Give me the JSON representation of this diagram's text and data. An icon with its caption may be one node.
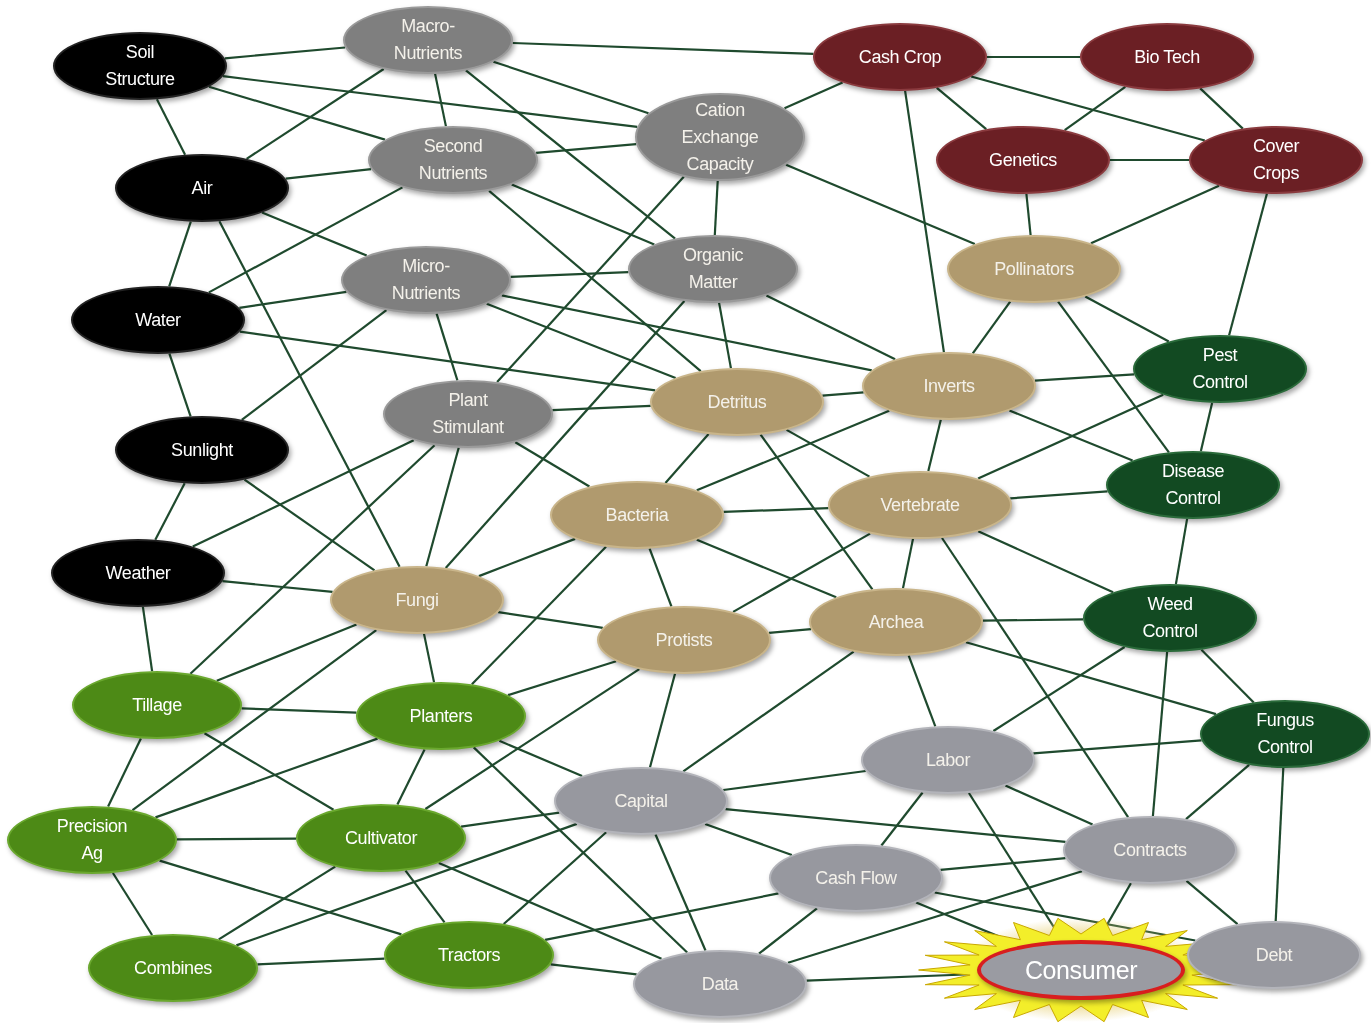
{
  "diagram": {
    "nodes": [
      {
        "text": [
          "Soil Structure"
        ]
      },
      {
        "text": [
          "Air"
        ]
      },
      {
        "text": [
          "Water"
        ]
      },
      {
        "text": [
          "Sunlight"
        ]
      },
      {
        "text": [
          "Weather"
        ]
      },
      {
        "text": [
          "Macro-Nutrients"
        ]
      },
      {
        "text": [
          "Second Nutrients"
        ]
      },
      {
        "text": [
          "Micro-Nutrients"
        ]
      },
      {
        "text": [
          "Plant Stimulant"
        ]
      },
      {
        "text": [
          "Cation Exchange Capacity"
        ]
      },
      {
        "text": [
          "Organic Matter"
        ]
      },
      {
        "text": [
          "Cash Crop"
        ]
      },
      {
        "text": [
          "Bio Tech"
        ]
      },
      {
        "text": [
          "Genetics"
        ]
      },
      {
        "text": [
          "Cover Crops"
        ]
      },
      {
        "text": [
          "Pollinators"
        ]
      },
      {
        "text": [
          "Detritus"
        ]
      },
      {
        "text": [
          "Inverts"
        ]
      },
      {
        "text": [
          "Bacteria"
        ]
      },
      {
        "text": [
          "Vertebrate"
        ]
      },
      {
        "text": [
          "Fungi"
        ]
      },
      {
        "text": [
          "Protists"
        ]
      },
      {
        "text": [
          "Archea"
        ]
      },
      {
        "text": [
          "Pest Control"
        ]
      },
      {
        "text": [
          "Disease Control"
        ]
      },
      {
        "text": [
          "Weed Control"
        ]
      },
      {
        "text": [
          "Fungus Control"
        ]
      },
      {
        "text": [
          "Tillage"
        ]
      },
      {
        "text": [
          "Planters"
        ]
      },
      {
        "text": [
          "Precision Ag"
        ]
      },
      {
        "text": [
          "Cultivator"
        ]
      },
      {
        "text": [
          "Combines"
        ]
      },
      {
        "text": [
          "Tractors"
        ]
      },
      {
        "text": [
          "Capital"
        ]
      },
      {
        "text": [
          "Labor"
        ]
      },
      {
        "text": [
          "Cash Flow"
        ]
      },
      {
        "text": [
          "Contracts"
        ]
      },
      {
        "text": [
          "Data"
        ]
      },
      {
        "text": [
          "Consumer"
        ]
      },
      {
        "text": [
          "Debt"
        ]
      }
    ],
    "edges": [
      {
        "from": 0,
        "to": 5,
        "arrow": "none"
      },
      {
        "from": 0,
        "to": 6,
        "arrow": "none"
      },
      {
        "from": 0,
        "to": 9,
        "arrow": "none"
      },
      {
        "from": 0,
        "to": 1,
        "arrow": "none"
      },
      {
        "from": 1,
        "to": 5,
        "arrow": "none"
      },
      {
        "from": 1,
        "to": 6,
        "arrow": "none"
      },
      {
        "from": 1,
        "to": 7,
        "arrow": "none"
      },
      {
        "from": 1,
        "to": 2,
        "arrow": "none"
      },
      {
        "from": 1,
        "to": 20,
        "arrow": "none"
      },
      {
        "from": 2,
        "to": 7,
        "arrow": "none"
      },
      {
        "from": 2,
        "to": 6,
        "arrow": "none"
      },
      {
        "from": 2,
        "to": 3,
        "arrow": "none"
      },
      {
        "from": 2,
        "to": 16,
        "arrow": "none"
      },
      {
        "from": 3,
        "to": 4,
        "arrow": "none"
      },
      {
        "from": 3,
        "to": 20,
        "arrow": "none"
      },
      {
        "from": 3,
        "to": 7,
        "arrow": "none"
      },
      {
        "from": 4,
        "to": 27,
        "arrow": "none"
      },
      {
        "from": 4,
        "to": 20,
        "arrow": "none"
      },
      {
        "from": 4,
        "to": 8,
        "arrow": "none"
      },
      {
        "from": 5,
        "to": 11,
        "arrow": "none"
      },
      {
        "from": 5,
        "to": 9,
        "arrow": "none"
      },
      {
        "from": 5,
        "to": 6,
        "arrow": "none"
      },
      {
        "from": 5,
        "to": 10,
        "arrow": "none"
      },
      {
        "from": 6,
        "to": 9,
        "arrow": "none"
      },
      {
        "from": 6,
        "to": 10,
        "arrow": "none"
      },
      {
        "from": 6,
        "to": 16,
        "arrow": "none"
      },
      {
        "from": 7,
        "to": 10,
        "arrow": "none"
      },
      {
        "from": 7,
        "to": 16,
        "arrow": "none"
      },
      {
        "from": 7,
        "to": 17,
        "arrow": "none"
      },
      {
        "from": 7,
        "to": 8,
        "arrow": "none"
      },
      {
        "from": 8,
        "to": 16,
        "arrow": "none"
      },
      {
        "from": 8,
        "to": 18,
        "arrow": "none"
      },
      {
        "from": 8,
        "to": 20,
        "arrow": "none"
      },
      {
        "from": 8,
        "to": 9,
        "arrow": "none"
      },
      {
        "from": 8,
        "to": 27,
        "arrow": "none"
      },
      {
        "from": 9,
        "to": 11,
        "arrow": "none"
      },
      {
        "from": 9,
        "to": 10,
        "arrow": "none"
      },
      {
        "from": 9,
        "to": 15,
        "arrow": "none"
      },
      {
        "from": 10,
        "to": 16,
        "arrow": "none"
      },
      {
        "from": 10,
        "to": 17,
        "arrow": "none"
      },
      {
        "from": 10,
        "to": 20,
        "arrow": "none"
      },
      {
        "from": 11,
        "to": 12,
        "arrow": "none"
      },
      {
        "from": 11,
        "to": 13,
        "arrow": "none"
      },
      {
        "from": 11,
        "to": 14,
        "arrow": "none"
      },
      {
        "from": 11,
        "to": 17,
        "arrow": "none"
      },
      {
        "from": 12,
        "to": 13,
        "arrow": "none"
      },
      {
        "from": 12,
        "to": 14,
        "arrow": "none"
      },
      {
        "from": 13,
        "to": 15,
        "arrow": "none"
      },
      {
        "from": 13,
        "to": 14,
        "arrow": "none"
      },
      {
        "from": 14,
        "to": 15,
        "arrow": "none"
      },
      {
        "from": 14,
        "to": 23,
        "arrow": "none"
      },
      {
        "from": 15,
        "to": 23,
        "arrow": "none"
      },
      {
        "from": 15,
        "to": 24,
        "arrow": "none"
      },
      {
        "from": 15,
        "to": 17,
        "arrow": "none"
      },
      {
        "from": 16,
        "to": 17,
        "arrow": "none"
      },
      {
        "from": 16,
        "to": 18,
        "arrow": "none"
      },
      {
        "from": 16,
        "to": 19,
        "arrow": "none"
      },
      {
        "from": 16,
        "to": 22,
        "arrow": "none"
      },
      {
        "from": 17,
        "to": 19,
        "arrow": "none"
      },
      {
        "from": 17,
        "to": 23,
        "arrow": "none"
      },
      {
        "from": 17,
        "to": 24,
        "arrow": "none"
      },
      {
        "from": 17,
        "to": 18,
        "arrow": "none"
      },
      {
        "from": 18,
        "to": 19,
        "arrow": "none"
      },
      {
        "from": 18,
        "to": 20,
        "arrow": "none"
      },
      {
        "from": 18,
        "to": 21,
        "arrow": "none"
      },
      {
        "from": 18,
        "to": 22,
        "arrow": "none"
      },
      {
        "from": 18,
        "to": 28,
        "arrow": "none"
      },
      {
        "from": 19,
        "to": 22,
        "arrow": "none"
      },
      {
        "from": 19,
        "to": 21,
        "arrow": "none"
      },
      {
        "from": 19,
        "to": 23,
        "arrow": "none"
      },
      {
        "from": 19,
        "to": 24,
        "arrow": "none"
      },
      {
        "from": 19,
        "to": 25,
        "arrow": "none"
      },
      {
        "from": 19,
        "to": 36,
        "arrow": "none"
      },
      {
        "from": 20,
        "to": 21,
        "arrow": "none"
      },
      {
        "from": 20,
        "to": 28,
        "arrow": "none"
      },
      {
        "from": 20,
        "to": 27,
        "arrow": "none"
      },
      {
        "from": 20,
        "to": 29,
        "arrow": "none"
      },
      {
        "from": 21,
        "to": 22,
        "arrow": "none"
      },
      {
        "from": 21,
        "to": 33,
        "arrow": "none"
      },
      {
        "from": 21,
        "to": 28,
        "arrow": "none"
      },
      {
        "from": 21,
        "to": 30,
        "arrow": "none"
      },
      {
        "from": 22,
        "to": 25,
        "arrow": "none"
      },
      {
        "from": 22,
        "to": 26,
        "arrow": "none"
      },
      {
        "from": 22,
        "to": 34,
        "arrow": "none"
      },
      {
        "from": 22,
        "to": 33,
        "arrow": "none"
      },
      {
        "from": 23,
        "to": 24,
        "arrow": "none"
      },
      {
        "from": 24,
        "to": 25,
        "arrow": "none"
      },
      {
        "from": 25,
        "to": 26,
        "arrow": "none"
      },
      {
        "from": 25,
        "to": 36,
        "arrow": "none"
      },
      {
        "from": 25,
        "to": 34,
        "arrow": "none"
      },
      {
        "from": 26,
        "to": 36,
        "arrow": "none"
      },
      {
        "from": 26,
        "to": 39,
        "arrow": "none"
      },
      {
        "from": 26,
        "to": 34,
        "arrow": "none"
      },
      {
        "from": 27,
        "to": 28,
        "arrow": "none"
      },
      {
        "from": 27,
        "to": 29,
        "arrow": "none"
      },
      {
        "from": 27,
        "to": 30,
        "arrow": "none"
      },
      {
        "from": 28,
        "to": 30,
        "arrow": "none"
      },
      {
        "from": 28,
        "to": 33,
        "arrow": "none"
      },
      {
        "from": 28,
        "to": 37,
        "arrow": "none"
      },
      {
        "from": 28,
        "to": 29,
        "arrow": "none"
      },
      {
        "from": 29,
        "to": 30,
        "arrow": "none"
      },
      {
        "from": 29,
        "to": 31,
        "arrow": "none"
      },
      {
        "from": 29,
        "to": 32,
        "arrow": "none"
      },
      {
        "from": 30,
        "to": 32,
        "arrow": "none"
      },
      {
        "from": 30,
        "to": 31,
        "arrow": "none"
      },
      {
        "from": 30,
        "to": 33,
        "arrow": "none"
      },
      {
        "from": 30,
        "to": 37,
        "arrow": "none"
      },
      {
        "from": 31,
        "to": 32,
        "arrow": "none"
      },
      {
        "from": 31,
        "to": 33,
        "arrow": "none"
      },
      {
        "from": 32,
        "to": 37,
        "arrow": "none"
      },
      {
        "from": 32,
        "to": 33,
        "arrow": "none"
      },
      {
        "from": 32,
        "to": 35,
        "arrow": "none"
      },
      {
        "from": 33,
        "to": 34,
        "arrow": "none"
      },
      {
        "from": 33,
        "to": 35,
        "arrow": "none"
      },
      {
        "from": 33,
        "to": 36,
        "arrow": "none"
      },
      {
        "from": 33,
        "to": 37,
        "arrow": "none"
      },
      {
        "from": 34,
        "to": 35,
        "arrow": "none"
      },
      {
        "from": 34,
        "to": 36,
        "arrow": "none"
      },
      {
        "from": 34,
        "to": 38,
        "arrow": "none"
      },
      {
        "from": 35,
        "to": 36,
        "arrow": "none"
      },
      {
        "from": 35,
        "to": 37,
        "arrow": "none"
      },
      {
        "from": 35,
        "to": 39,
        "arrow": "none"
      },
      {
        "from": 35,
        "to": 38,
        "arrow": "none"
      },
      {
        "from": 36,
        "to": 37,
        "arrow": "none"
      },
      {
        "from": 36,
        "to": 38,
        "arrow": "none"
      },
      {
        "from": 36,
        "to": 39,
        "arrow": "none"
      },
      {
        "from": 37,
        "to": 38,
        "arrow": "none"
      }
    ]
  }
}
